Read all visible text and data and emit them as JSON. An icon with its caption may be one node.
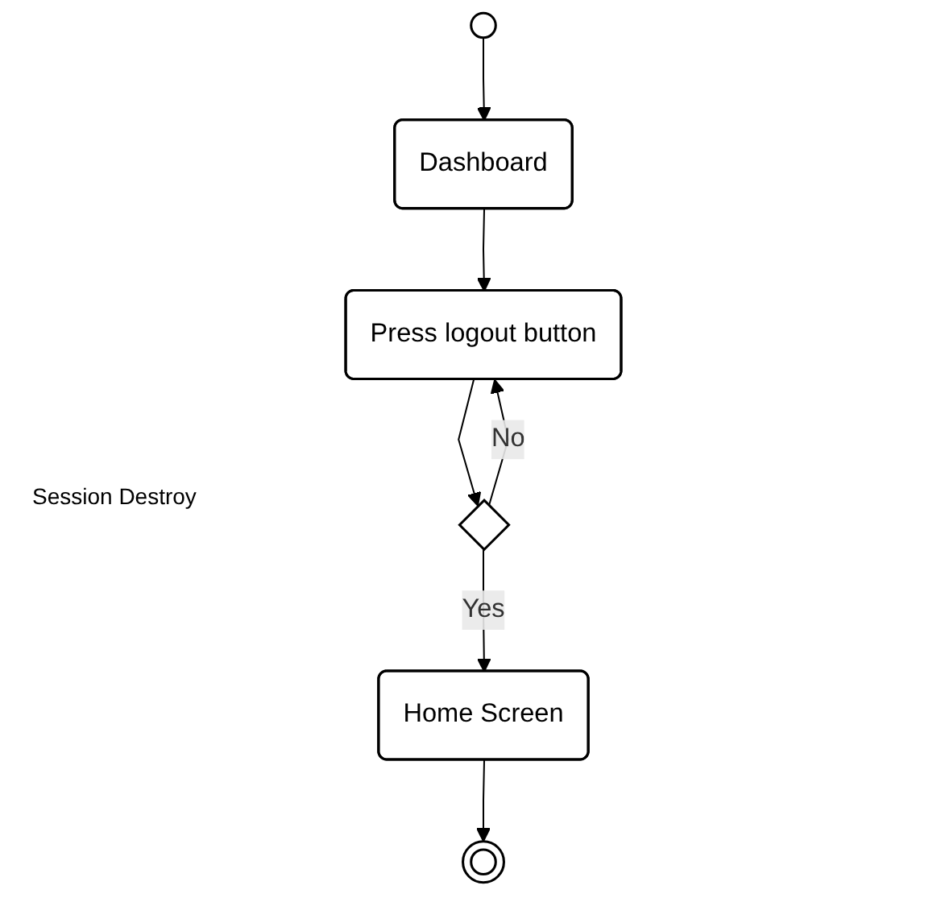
{
  "diagram": {
    "nodes": [
      {
        "text": [],
        "shape": "circle"
      },
      {
        "text": [
          "Dashboard"
        ]
      },
      {
        "text": [
          "Press logout button"
        ]
      },
      {
        "text": [],
        "shape": "diamond"
      },
      {
        "text": [
          "Home Screen"
        ]
      },
      {
        "text": [],
        "shape": "circle"
      }
    ],
    "edges": [
      {
        "from": 0,
        "to": 1,
        "arrow": "to"
      },
      {
        "from": 1,
        "to": 2,
        "arrow": "to"
      },
      {
        "from": 2,
        "to": 3,
        "arrow": "to"
      },
      {
        "from": 3,
        "to": 2,
        "arrow": "to",
        "label": "No"
      },
      {
        "from": 3,
        "to": 4,
        "arrow": "to",
        "label": "Yes"
      },
      {
        "from": 4,
        "to": 5,
        "arrow": "to"
      }
    ],
    "labels": [
      "Session Destroy"
    ]
  }
}
